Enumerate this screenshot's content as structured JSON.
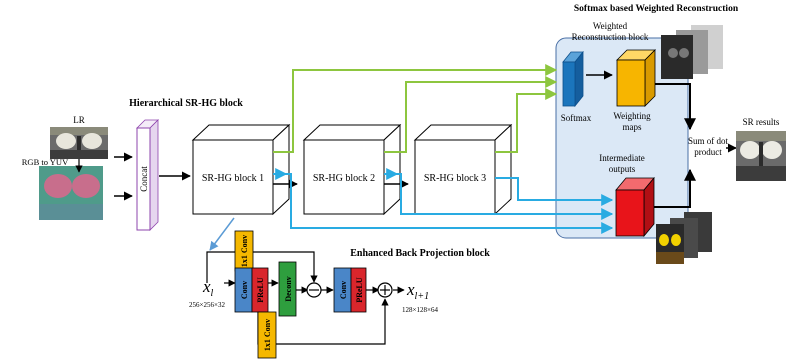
{
  "titles": {
    "softmax_recon": "Softmax based Weighted Reconstruction",
    "hierarchical": "Hierarchical SR-HG block",
    "ebp": "Enhanced Back Projection block"
  },
  "input": {
    "lr": "LR",
    "rgb_to_yuv": "RGB to YUV"
  },
  "concat": "Concat",
  "blocks": [
    "SR-HG block 1",
    "SR-HG block 2",
    "SR-HG block 3"
  ],
  "reconstruction": {
    "weighted_block_line1": "Weighted",
    "weighted_block_line2": "Reconstruction block",
    "softmax": "Softmax",
    "weighting_maps_line1": "Weighting",
    "weighting_maps_line2": "maps",
    "intermediate_line1": "Intermediate",
    "intermediate_line2": "outputs",
    "sum_line1": "Sum of dot",
    "sum_line2": "product",
    "sr_results": "SR results"
  },
  "ebp": {
    "conv1x1_top": "1x1 Conv",
    "conv": "Conv",
    "prelu": "PReLU",
    "deconv": "Deconv",
    "conv2": "Conv",
    "prelu2": "PReLU",
    "conv1x1_bottom": "1x1 Conv",
    "x_in": "x",
    "x_in_sub": "l",
    "x_in_dims": "256×256×32",
    "x_out": "x",
    "x_out_sub": "l+1",
    "x_out_dims": "128×128×64"
  },
  "colors": {
    "green_path": "#8dc63f",
    "blue_path": "#29abe2",
    "panel_fill": "#dbe8f6",
    "panel_stroke": "#4a6fa5",
    "softmax_blue": "#1b75bc",
    "weight_yellow": "#f7b500",
    "inter_red": "#e8141a",
    "concat_purple": "#8e44ad",
    "conv_blue": "#4a86c8",
    "prelu_red": "#d9262c",
    "deconv_green": "#2e9e3e",
    "conv1x1_yellow": "#f5b800"
  }
}
